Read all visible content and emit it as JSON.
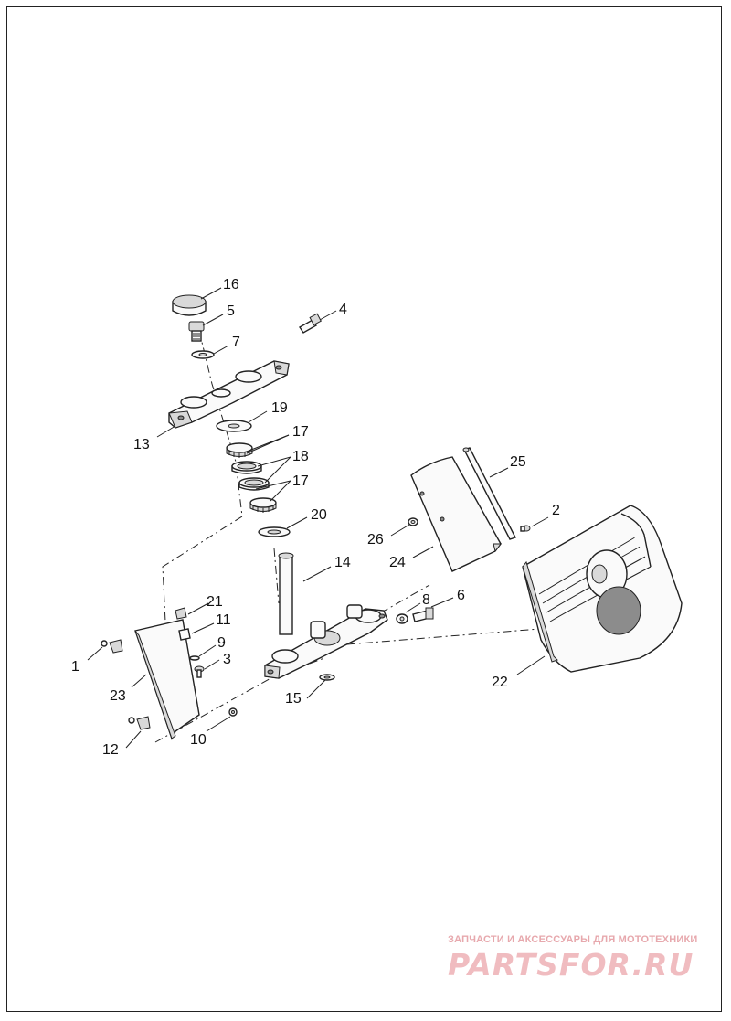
{
  "callouts": {
    "c1": "1",
    "c2": "2",
    "c3": "3",
    "c4": "4",
    "c5": "5",
    "c6": "6",
    "c7": "7",
    "c8": "8",
    "c9": "9",
    "c10": "10",
    "c11": "11",
    "c12": "12",
    "c13": "13",
    "c14": "14",
    "c15": "15",
    "c16": "16",
    "c17a": "17",
    "c17b": "17",
    "c18": "18",
    "c19": "19",
    "c20": "20",
    "c21": "21",
    "c22": "22",
    "c23": "23",
    "c24": "24",
    "c25": "25",
    "c26": "26"
  },
  "watermark": {
    "tagline": "ЗАПЧАСТИ И АКСЕССУАРЫ ДЛЯ МОТОТЕХНИКИ",
    "brand": "PARTSFOR.RU"
  },
  "colors": {
    "line": "#222222",
    "watermark": "#f0bcc0"
  }
}
